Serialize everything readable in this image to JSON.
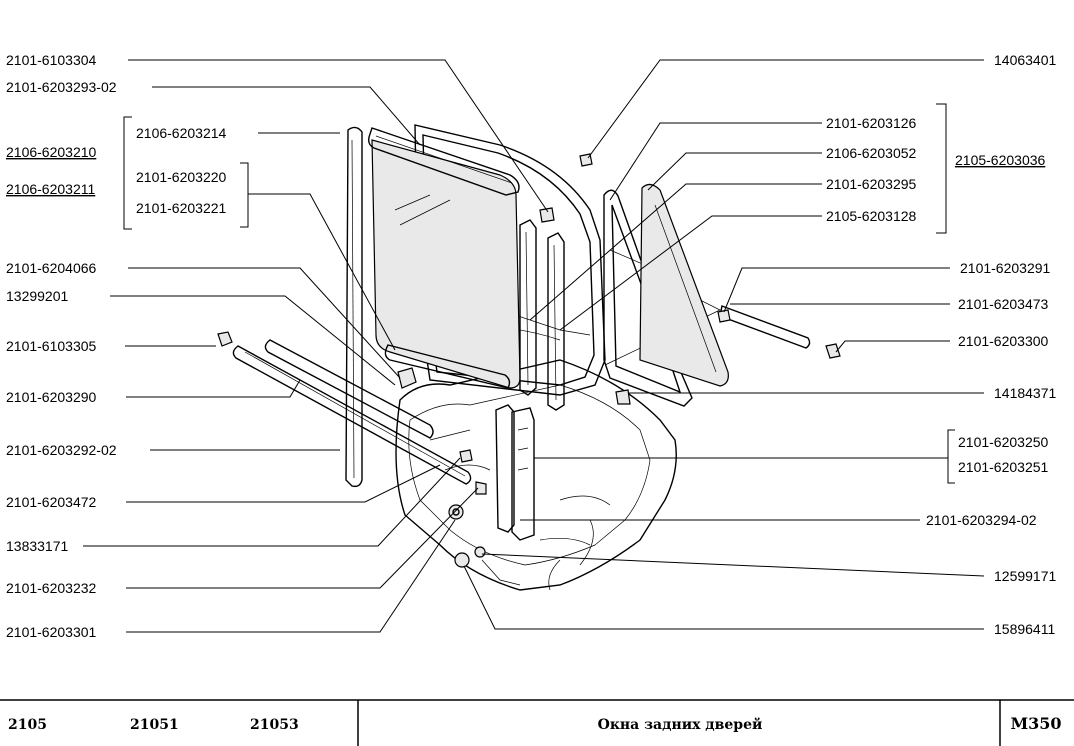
{
  "labels_left": [
    "2101-6103304",
    "2101-6203293-02",
    "2106-6203214",
    "2106-6203210",
    "2106-6203211",
    "2101-6203220",
    "2101-6203221",
    "2101-6204066",
    "13299201",
    "2101-6103305",
    "2101-6203290",
    "2101-6203292-02",
    "2101-6203472",
    "13833171",
    "2101-6203232",
    "2101-6203301"
  ],
  "labels_right": [
    "14063401",
    "2101-6203126",
    "2106-6203052",
    "2105-6203036",
    "2101-6203295",
    "2105-6203128",
    "2101-6203291",
    "2101-6203473",
    "2101-6203300",
    "14184371",
    "2101-6203250",
    "2101-6203251",
    "2101-6203294-02",
    "12599171",
    "15896411"
  ],
  "footer": {
    "models": [
      "2105",
      "21051",
      "21053"
    ],
    "title": "Окна задних дверей",
    "code": "М350"
  }
}
